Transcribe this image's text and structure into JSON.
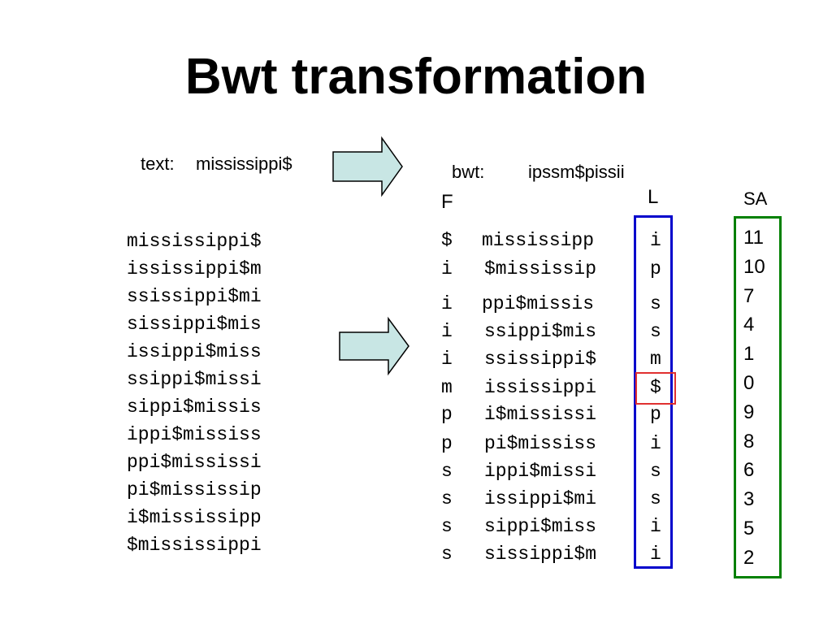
{
  "title": "Bwt transformation",
  "text_label": "text:",
  "text_value": "mississippi$",
  "bwt_label": "bwt:",
  "bwt_value": "ipssm$pissii",
  "col_F": "F",
  "col_L": "L",
  "col_SA": "SA",
  "rotations": [
    "mississippi$",
    "ississippi$m",
    "ssissippi$mi",
    "sissippi$mis",
    "issippi$miss",
    "ssippi$missi",
    "sippi$missis",
    "ippi$mississ",
    "ppi$mississi",
    "pi$mississip",
    "i$mississipp",
    "$mississippi"
  ],
  "sorted": [
    {
      "f": "$",
      "rest": "mississipp",
      "l": "i",
      "sa": "11"
    },
    {
      "f": "i",
      "rest": "$mississip",
      "l": "p",
      "sa": "10"
    },
    {
      "f": "i",
      "rest": "ppi$missis",
      "l": "s",
      "sa": "7"
    },
    {
      "f": "i",
      "rest": "ssippi$mis",
      "l": "s",
      "sa": "4"
    },
    {
      "f": "i",
      "rest": "ssissippi$",
      "l": "m",
      "sa": "1"
    },
    {
      "f": "m",
      "rest": "ississippi",
      "l": "$",
      "sa": "0"
    },
    {
      "f": "p",
      "rest": "i$mississi",
      "l": "p",
      "sa": "9"
    },
    {
      "f": "p",
      "rest": "pi$mississ",
      "l": "i",
      "sa": "8"
    },
    {
      "f": "s",
      "rest": "ippi$missi",
      "l": "s",
      "sa": "6"
    },
    {
      "f": "s",
      "rest": "issippi$mi",
      "l": "s",
      "sa": "3"
    },
    {
      "f": "s",
      "rest": "sippi$miss",
      "l": "i",
      "sa": "5"
    },
    {
      "f": "s",
      "rest": "sissippi$m",
      "l": "i",
      "sa": "2"
    }
  ],
  "colors": {
    "arrow_fill": "#c8e6e4",
    "arrow_stroke": "#000000",
    "L_box": "#0000cc",
    "SA_box": "#008000",
    "highlight": "#e03030"
  }
}
